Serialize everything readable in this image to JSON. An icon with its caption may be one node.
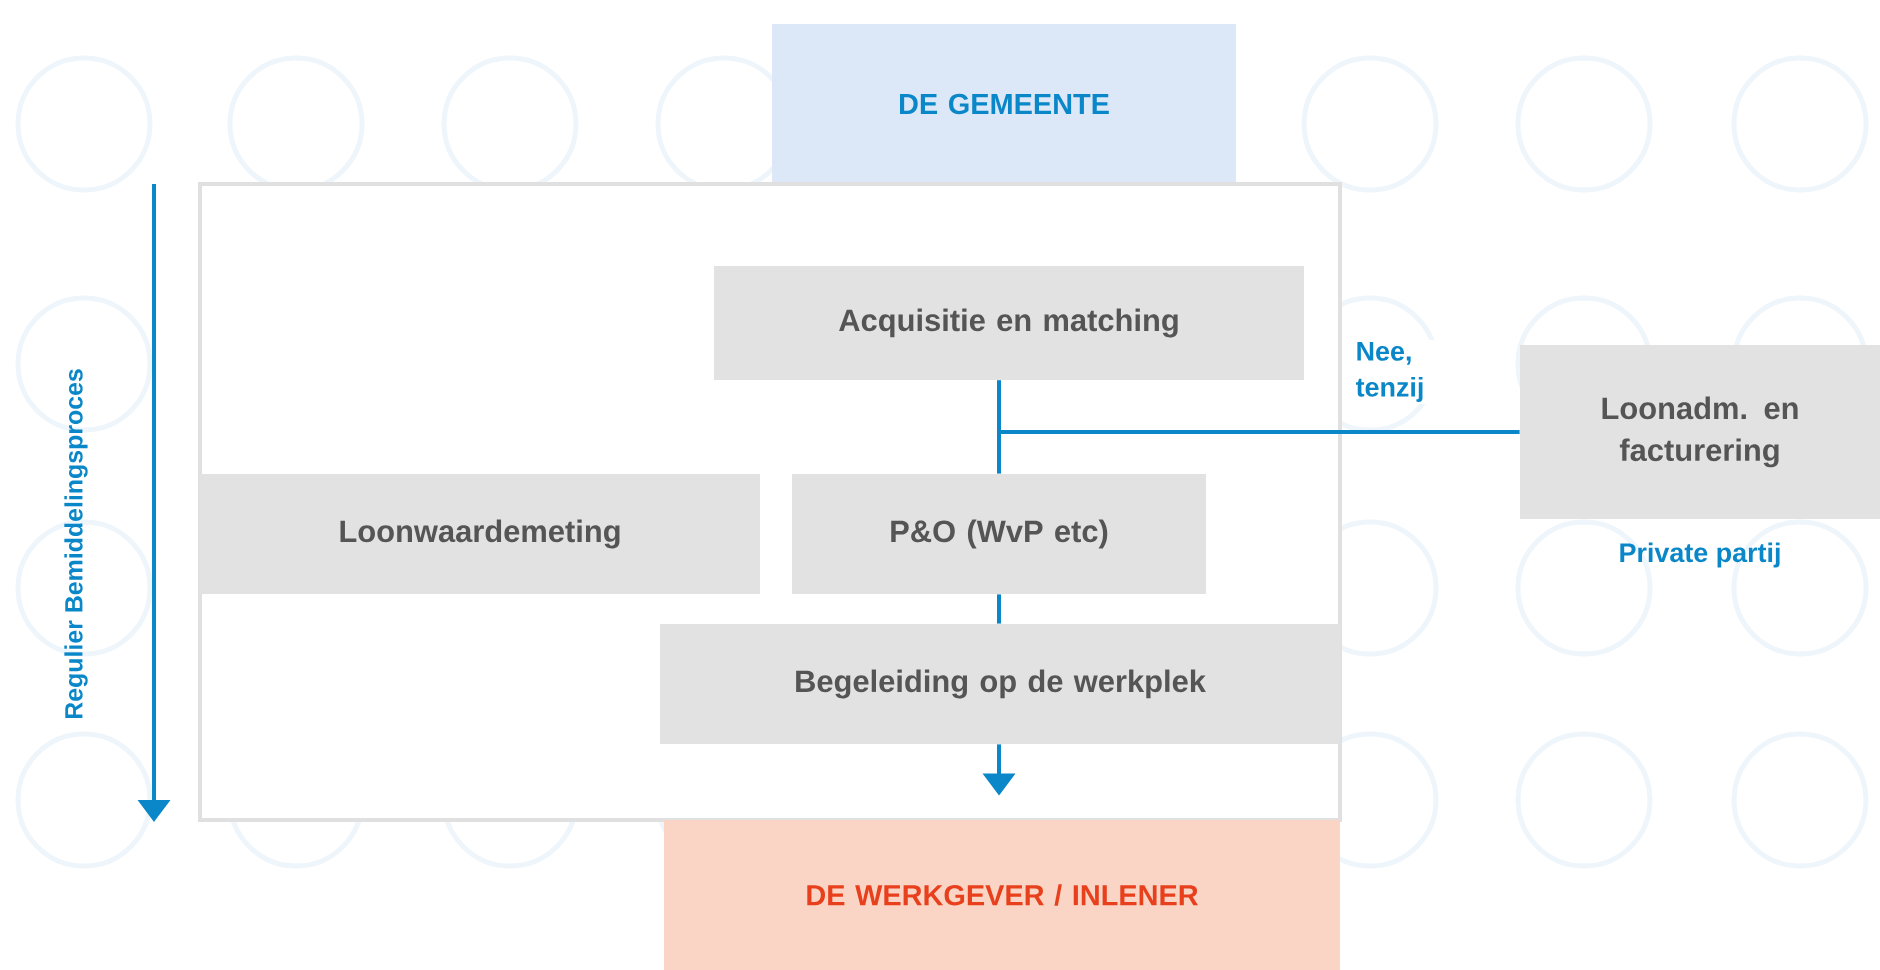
{
  "diagram": {
    "nodes": [
      {
        "text": [
          "DE GEMEENTE"
        ]
      },
      {
        "text": [],
        "shape": "box"
      },
      {
        "text": [
          "Acquisitie en matching"
        ],
        "in": 1
      },
      {
        "text": [
          "Loonwaardemeting"
        ],
        "in": 1
      },
      {
        "text": [
          "P&O (WvP etc)"
        ],
        "in": 1
      },
      {
        "text": [
          "Begeleiding op de werkplek"
        ],
        "in": 1
      },
      {
        "text": [
          "Loonadm. en facturering"
        ],
        "beside": [
          "Private partij"
        ]
      },
      {
        "text": [
          "DE WERKGEVER / INLENER"
        ]
      }
    ],
    "edges": [
      {
        "from": 2,
        "to": 4,
        "arrow": "none"
      },
      {
        "from": 4,
        "to": 5,
        "arrow": "none"
      },
      {
        "from": 5,
        "to": 7,
        "arrow": "to"
      },
      {
        "from": 2,
        "to": 6,
        "arrow": "none",
        "label": "Nee, tenzij"
      }
    ],
    "labels": [
      "Regulier Bemiddelingsproces"
    ]
  }
}
